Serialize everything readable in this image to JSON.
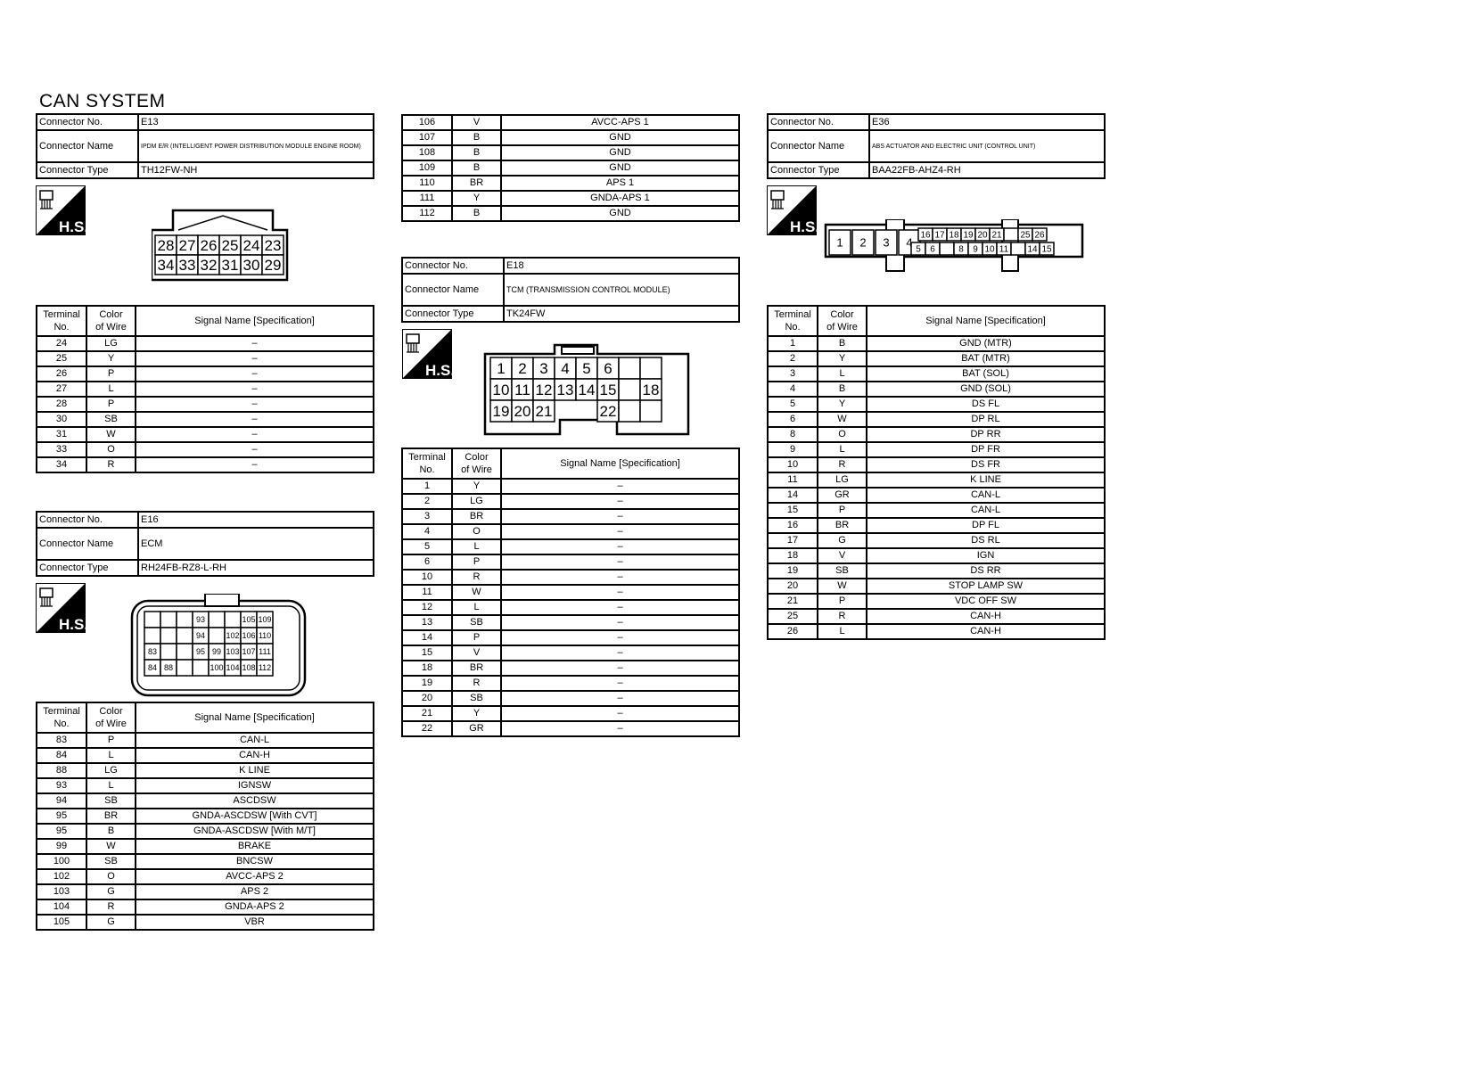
{
  "page": {
    "title": "CAN SYSTEM"
  },
  "labels": {
    "connector_no": "Connector No.",
    "connector_name": "Connector Name",
    "connector_type": "Connector Type",
    "terminal_no": [
      "Terminal",
      "No."
    ],
    "color_of_wire": [
      "Color",
      "of Wire"
    ],
    "signal_name": "Signal Name [Specification]",
    "hs": "H.S."
  },
  "e13": {
    "no": "E13",
    "name": "IPDM E/R (INTELLIGENT POWER DISTRIBUTION MODULE ENGINE ROOM)",
    "type": "TH12FW-NH",
    "diagram_top": [
      "28",
      "27",
      "26",
      "25",
      "24",
      "23"
    ],
    "diagram_bottom": [
      "34",
      "33",
      "32",
      "31",
      "30",
      "29"
    ],
    "rows": [
      [
        "24",
        "LG",
        "–"
      ],
      [
        "25",
        "Y",
        "–"
      ],
      [
        "26",
        "P",
        "–"
      ],
      [
        "27",
        "L",
        "–"
      ],
      [
        "28",
        "P",
        "–"
      ],
      [
        "30",
        "SB",
        "–"
      ],
      [
        "31",
        "W",
        "–"
      ],
      [
        "33",
        "O",
        "–"
      ],
      [
        "34",
        "R",
        "–"
      ]
    ]
  },
  "e16": {
    "no": "E16",
    "name": "ECM",
    "type": "RH24FB-RZ8-L-RH",
    "diagram": [
      [
        "",
        "",
        "",
        "93",
        "",
        "",
        "105",
        "109"
      ],
      [
        "",
        "",
        "",
        "94",
        "",
        "102",
        "106",
        "110"
      ],
      [
        "83",
        "",
        "",
        "95",
        "99",
        "103",
        "107",
        "111"
      ],
      [
        "84",
        "88",
        "",
        "",
        "100",
        "104",
        "108",
        "112"
      ]
    ],
    "rows": [
      [
        "83",
        "P",
        "CAN-L"
      ],
      [
        "84",
        "L",
        "CAN-H"
      ],
      [
        "88",
        "LG",
        "K LINE"
      ],
      [
        "93",
        "L",
        "IGNSW"
      ],
      [
        "94",
        "SB",
        "ASCDSW"
      ],
      [
        "95",
        "BR",
        "GNDA-ASCDSW [With CVT]"
      ],
      [
        "95",
        "B",
        "GNDA-ASCDSW [With M/T]"
      ],
      [
        "99",
        "W",
        "BRAKE"
      ],
      [
        "100",
        "SB",
        "BNCSW"
      ],
      [
        "102",
        "O",
        "AVCC-APS 2"
      ],
      [
        "103",
        "G",
        "APS 2"
      ],
      [
        "104",
        "R",
        "GNDA-APS 2"
      ],
      [
        "105",
        "G",
        "VBR"
      ]
    ]
  },
  "e16_cont": {
    "rows": [
      [
        "106",
        "V",
        "AVCC-APS 1"
      ],
      [
        "107",
        "B",
        "GND"
      ],
      [
        "108",
        "B",
        "GND"
      ],
      [
        "109",
        "B",
        "GND"
      ],
      [
        "110",
        "BR",
        "APS 1"
      ],
      [
        "111",
        "Y",
        "GNDA-APS 1"
      ],
      [
        "112",
        "B",
        "GND"
      ]
    ]
  },
  "e18": {
    "no": "E18",
    "name": "TCM (TRANSMISSION CONTROL MODULE)",
    "type": "TK24FW",
    "diagram": [
      [
        "1",
        "2",
        "3",
        "4",
        "5",
        "6",
        "",
        ""
      ],
      [
        "10",
        "11",
        "12",
        "13",
        "14",
        "15",
        "",
        "18"
      ],
      [
        "19",
        "20",
        "21",
        "",
        "",
        "22",
        "",
        ""
      ]
    ],
    "rows": [
      [
        "1",
        "Y",
        "–"
      ],
      [
        "2",
        "LG",
        "–"
      ],
      [
        "3",
        "BR",
        "–"
      ],
      [
        "4",
        "O",
        "–"
      ],
      [
        "5",
        "L",
        "–"
      ],
      [
        "6",
        "P",
        "–"
      ],
      [
        "10",
        "R",
        "–"
      ],
      [
        "11",
        "W",
        "–"
      ],
      [
        "12",
        "L",
        "–"
      ],
      [
        "13",
        "SB",
        "–"
      ],
      [
        "14",
        "P",
        "–"
      ],
      [
        "15",
        "V",
        "–"
      ],
      [
        "18",
        "BR",
        "–"
      ],
      [
        "19",
        "R",
        "–"
      ],
      [
        "20",
        "SB",
        "–"
      ],
      [
        "21",
        "Y",
        "–"
      ],
      [
        "22",
        "GR",
        "–"
      ]
    ]
  },
  "e36": {
    "no": "E36",
    "name": "ABS ACTUATOR AND ELECTRIC UNIT (CONTROL UNIT)",
    "type": "BAA22FB-AHZ4-RH",
    "diagram_big": [
      "1",
      "2",
      "3",
      "4"
    ],
    "diagram_top": [
      "16",
      "17",
      "18",
      "19",
      "20",
      "21",
      "",
      "25",
      "26"
    ],
    "diagram_bottom": [
      "5",
      "6",
      "",
      "8",
      "9",
      "10",
      "11",
      "",
      "14",
      "15"
    ],
    "rows": [
      [
        "1",
        "B",
        "GND (MTR)"
      ],
      [
        "2",
        "Y",
        "BAT (MTR)"
      ],
      [
        "3",
        "L",
        "BAT (SOL)"
      ],
      [
        "4",
        "B",
        "GND (SOL)"
      ],
      [
        "5",
        "Y",
        "DS FL"
      ],
      [
        "6",
        "W",
        "DP RL"
      ],
      [
        "8",
        "O",
        "DP RR"
      ],
      [
        "9",
        "L",
        "DP FR"
      ],
      [
        "10",
        "R",
        "DS FR"
      ],
      [
        "11",
        "LG",
        "K LINE"
      ],
      [
        "14",
        "GR",
        "CAN-L"
      ],
      [
        "15",
        "P",
        "CAN-L"
      ],
      [
        "16",
        "BR",
        "DP FL"
      ],
      [
        "17",
        "G",
        "DS RL"
      ],
      [
        "18",
        "V",
        "IGN"
      ],
      [
        "19",
        "SB",
        "DS RR"
      ],
      [
        "20",
        "W",
        "STOP LAMP SW"
      ],
      [
        "21",
        "P",
        "VDC OFF SW"
      ],
      [
        "25",
        "R",
        "CAN-H"
      ],
      [
        "26",
        "L",
        "CAN-H"
      ]
    ]
  }
}
